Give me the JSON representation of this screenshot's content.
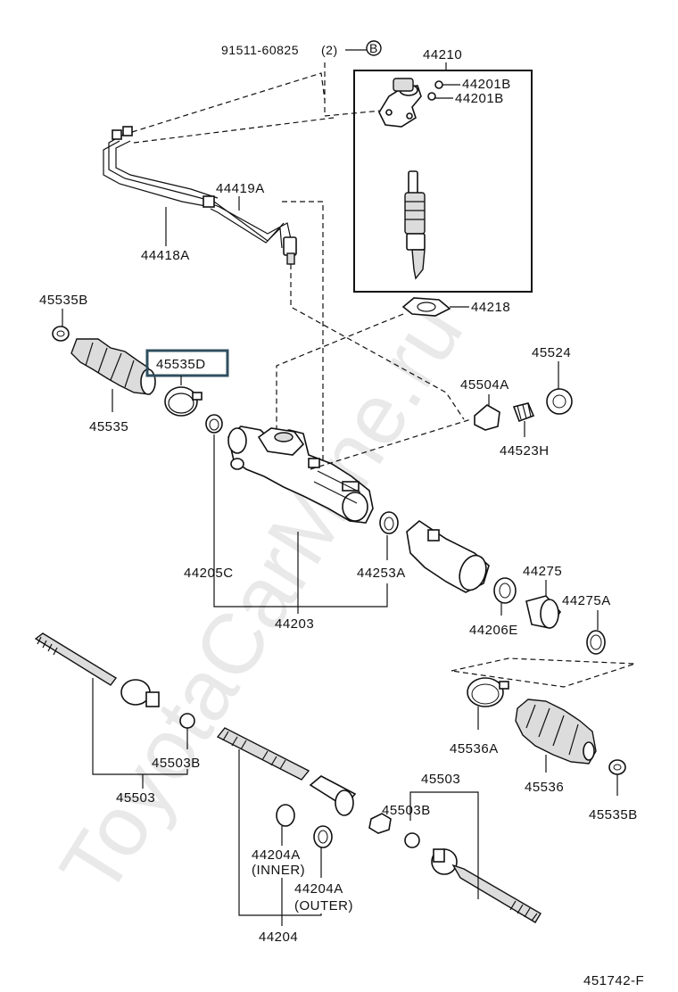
{
  "watermark": "ToyotaCarMine.ru",
  "drawing_code": "451742-F",
  "bolt_ref": {
    "part": "91511-60825",
    "qty": "(2)",
    "marker": "B"
  },
  "labels": {
    "p44210": "44210",
    "p44201B_1": "44201B",
    "p44201B_2": "44201B",
    "p44419A": "44419A",
    "p44418A": "44418A",
    "p44218": "44218",
    "p45535B_top": "45535B",
    "p45535D": "45535D",
    "p45535": "45535",
    "p45524": "45524",
    "p45504A": "45504A",
    "p44523H": "44523H",
    "p44205C": "44205C",
    "p44253A": "44253A",
    "p44275": "44275",
    "p44275A": "44275A",
    "p44206E": "44206E",
    "p44203": "44203",
    "p45503B_left": "45503B",
    "p45503_left": "45503",
    "p45536A": "45536A",
    "p45536": "45536",
    "p45535B_bottom": "45535B",
    "p45503_right": "45503",
    "p45503B_right": "45503B",
    "p44204A_inner": "44204A",
    "p44204A_inner_note": "(INNER)",
    "p44204A_outer": "44204A",
    "p44204A_outer_note": "(OUTER)",
    "p44204": "44204"
  },
  "highlight_part": "45535D",
  "colors": {
    "ink": "#111111",
    "highlight": "#2f4f5f",
    "watermark": "#cfcfcf"
  }
}
